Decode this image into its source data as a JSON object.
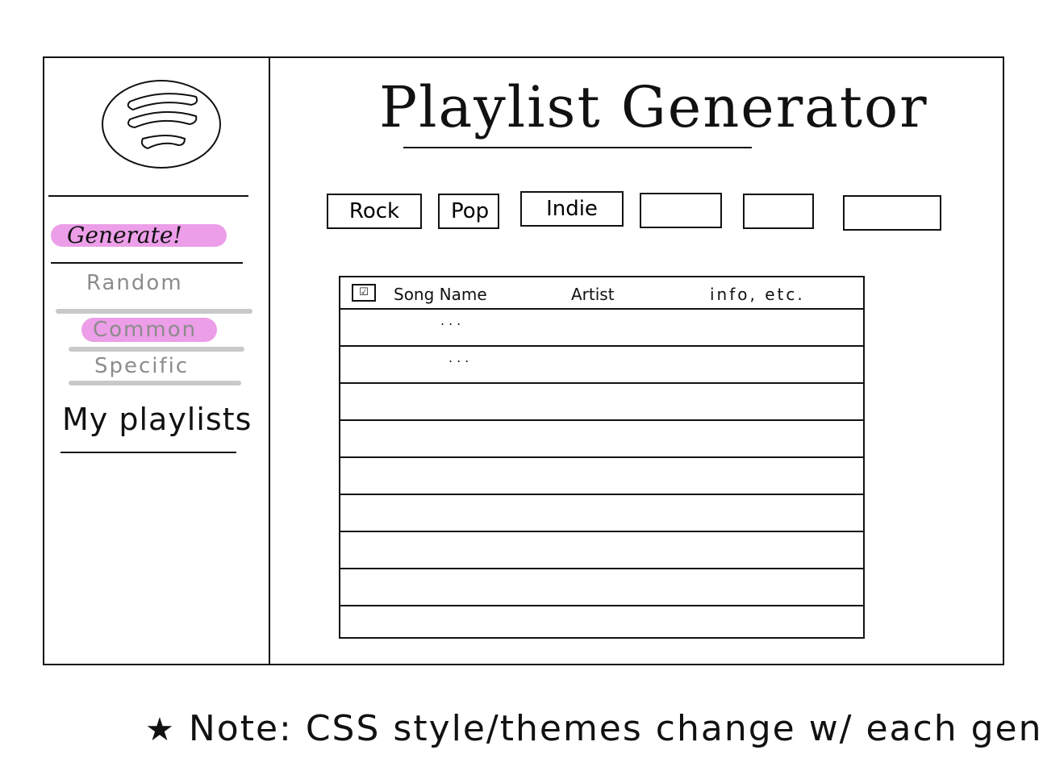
{
  "app": {
    "title": "Playlist Generator"
  },
  "sidebar": {
    "logo_icon": "streaming-logo-icon",
    "generate_label": "Generate!",
    "modes": [
      {
        "label": "Random"
      },
      {
        "label": "Common",
        "highlighted": true
      },
      {
        "label": "Specific"
      }
    ],
    "my_playlists_label": "My playlists"
  },
  "genres": [
    {
      "label": "Rock"
    },
    {
      "label": "Pop"
    },
    {
      "label": "Indie"
    },
    {
      "label": ""
    },
    {
      "label": ""
    },
    {
      "label": ""
    }
  ],
  "table": {
    "select_all_icon": "checkbox-icon",
    "select_all_mark": "☑",
    "columns": [
      "Song Name",
      "Artist",
      "info, etc."
    ],
    "rows": [
      {
        "placeholder": "..."
      },
      {
        "placeholder": "..."
      },
      {
        "placeholder": ""
      },
      {
        "placeholder": ""
      },
      {
        "placeholder": ""
      },
      {
        "placeholder": ""
      },
      {
        "placeholder": ""
      },
      {
        "placeholder": ""
      }
    ]
  },
  "note": {
    "star": "★",
    "text": "Note: CSS style/themes change w/ each genre"
  },
  "colors": {
    "highlight": "#ec9ee8",
    "muted_text": "#8c8c8c",
    "ink": "#111111"
  }
}
